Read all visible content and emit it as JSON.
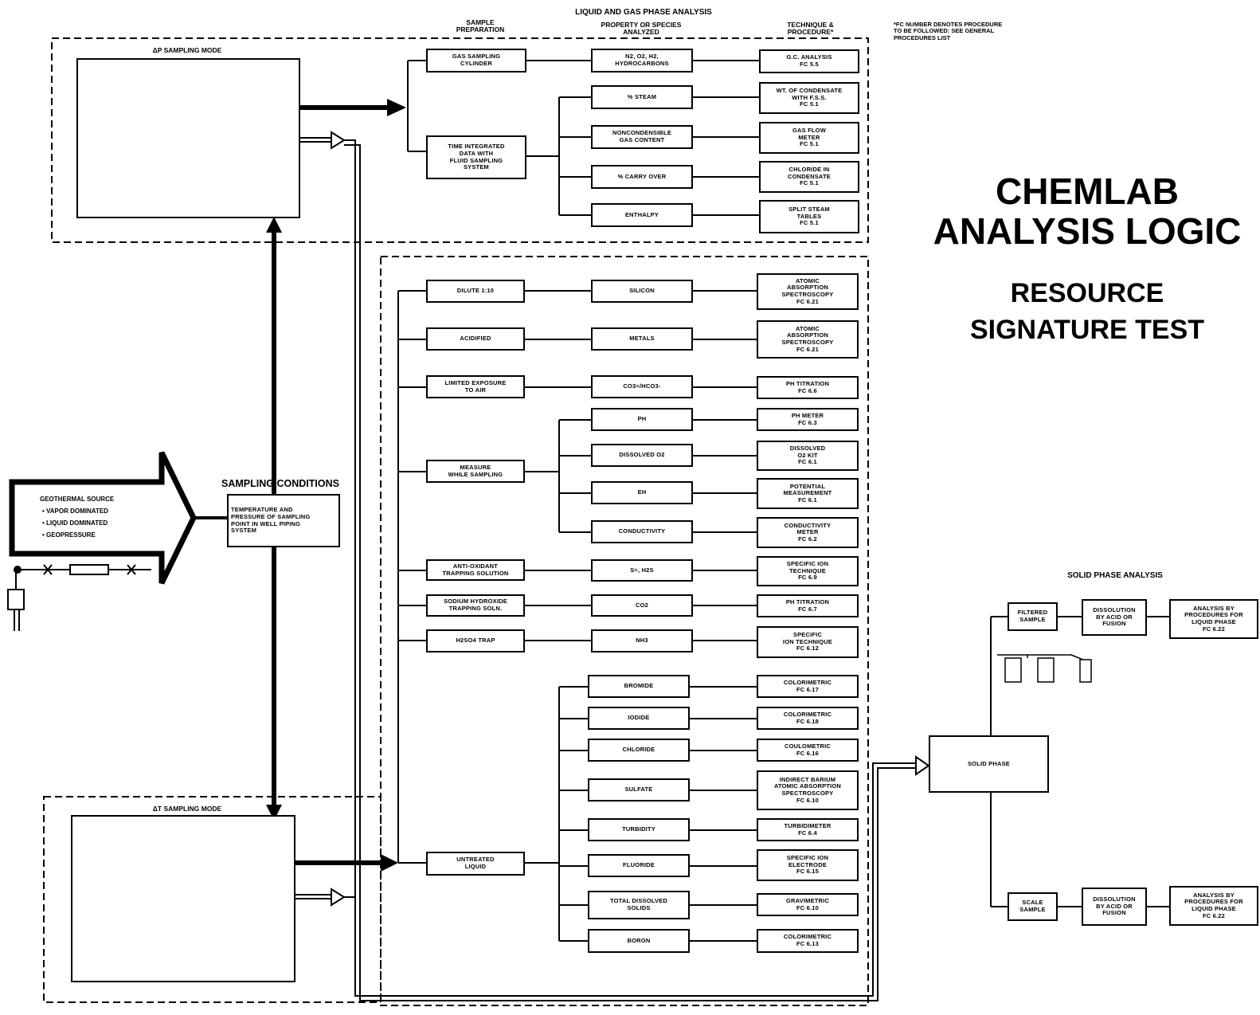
{
  "title": {
    "line1": "CHEMLAB",
    "line2": "ANALYSIS LOGIC",
    "sub1": "RESOURCE",
    "sub2": "SIGNATURE TEST"
  },
  "footnote": "*FC NUMBER DENOTES PROCEDURE\nTO BE FOLLOWED: SEE GENERAL\nPROCEDURES LIST",
  "headers": {
    "liquid_gas": "LIQUID AND GAS PHASE ANALYSIS",
    "sample_prep": "SAMPLE\nPREPARATION",
    "property": "PROPERTY OR SPECIES\nANALYZED",
    "technique": "TECHNIQUE &\nPROCEDURE*",
    "solid_phase": "SOLID PHASE ANALYSIS"
  },
  "modes": {
    "dp": "ΔP SAMPLING MODE",
    "dt": "ΔT SAMPLING MODE"
  },
  "source": {
    "title": "GEOTHERMAL SOURCE",
    "items": [
      "• VAPOR DOMINATED",
      "• LIQUID DOMINATED",
      "• GEOPRESSURE"
    ]
  },
  "sampling": {
    "title": "SAMPLING CONDITIONS",
    "box": "TEMPERATURE AND\nPRESSURE OF SAMPLING\nPOINT IN WELL PIPING\nSYSTEM"
  },
  "gas": {
    "prep": [
      "GAS SAMPLING\nCYLINDER",
      "TIME INTEGRATED\nDATA WITH\nFLUID SAMPLING\nSYSTEM"
    ],
    "props": [
      "N2, O2, H2,\nHYDROCARBONS",
      "% STEAM",
      "NONCONDENSIBLE\nGAS CONTENT",
      "% CARRY OVER",
      "ENTHALPY"
    ],
    "techs": [
      "G.C. ANALYSIS\nFC 5.5",
      "WT. OF CONDENSATE\nWITH F.S.S.\nFC 5.1",
      "GAS FLOW\nMETER\nFC 5.1",
      "CHLORIDE IN\nCONDENSATE\nFC 5.1",
      "SPLIT STEAM\nTABLES\nFC 5.1"
    ]
  },
  "liquid": {
    "prep": [
      "DILUTE 1:10",
      "ACIDIFIED",
      "LIMITED EXPOSURE\nTO AIR",
      "MEASURE\nWHILE SAMPLING",
      "ANTI-OXIDANT\nTRAPPING SOLUTION",
      "SODIUM HYDROXIDE\nTRAPPING SOLN.",
      "H2SO4 TRAP",
      "UNTREATED\nLIQUID"
    ],
    "props": [
      "SILICON",
      "METALS",
      "CO3=/HCO3-",
      "pH",
      "DISSOLVED O2",
      "Eh",
      "CONDUCTIVITY",
      "S=, H2S",
      "CO2",
      "NH3",
      "BROMIDE",
      "IODIDE",
      "CHLORIDE",
      "SULFATE",
      "TURBIDITY",
      "FLUORIDE",
      "TOTAL DISSOLVED\nSOLIDS",
      "BORON"
    ],
    "techs": [
      "ATOMIC\nABSORPTION\nSPECTROSCOPY\nFC 6.21",
      "ATOMIC\nABSORPTION\nSPECTROSCOPY\nFC 6.21",
      "pH TITRATION\nFC 6.6",
      "pH METER\nFC 6.3",
      "DISSOLVED\nO2 KIT\nFC 6.1",
      "POTENTIAL\nMEASUREMENT\nFC 6.1",
      "CONDUCTIVITY\nMETER\nFC 6.2",
      "SPECIFIC ION\nTECHNIQUE\nFC 6.9",
      "pH TITRATION\nFC 6.7",
      "SPECIFIC\nION TECHNIQUE\nFC 6.12",
      "COLORIMETRIC\nFC 6.17",
      "COLORIMETRIC\nFC 6.18",
      "COULOMETRIC\nFC 6.16",
      "INDIRECT BARIUM\nATOMIC ABSORPTION\nSPECTROSCOPY\nFC 6.10",
      "TURBIDIMETER\nFC 6.4",
      "SPECIFIC ION\nELECTRODE\nFC 6.15",
      "GRAVIMETRIC\nFC 6.10",
      "COLORIMETRIC\nFC 6.13"
    ]
  },
  "solid": {
    "phase": "SOLID PHASE",
    "filtered": "FILTERED\nSAMPLE",
    "scale": "SCALE\nSAMPLE",
    "dissolution": "DISSOLUTION\nBY ACID OR\nFUSION",
    "analysis": "ANALYSIS BY\nPROCEDURES FOR\nLIQUID PHASE\nFC 6.22"
  },
  "colors": {
    "ink": "#000000",
    "paper": "#ffffff"
  }
}
